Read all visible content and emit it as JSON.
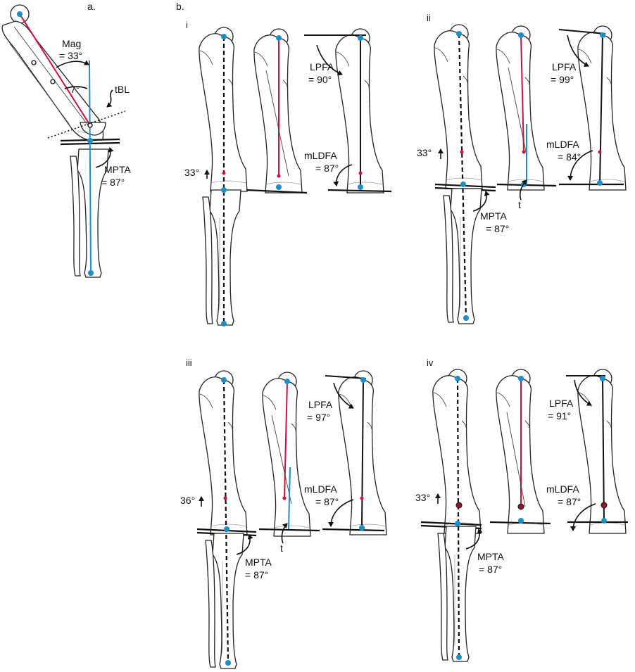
{
  "panels": {
    "a": {
      "letter": "a.",
      "mag_label": "Mag",
      "mag_value": "= 33°",
      "offset_angle": "7°",
      "tbl_label": "tBL",
      "mpta_label": "MPTA",
      "mpta_value": "= 87°"
    },
    "b": {
      "letter": "b.",
      "i": {
        "numeral": "i",
        "deformity_angle": "33°",
        "lpfa_label": "LPFA",
        "lpfa_value": "= 90°",
        "mldfa_label": "mLDFA",
        "mldfa_value": "= 87°"
      },
      "ii": {
        "numeral": "ii",
        "deformity_angle": "33°",
        "lpfa_label": "LPFA",
        "lpfa_value": "= 99°",
        "mldfa_label": "mLDFA",
        "mldfa_value": "= 84°",
        "t_label": "t",
        "mpta_label": "MPTA",
        "mpta_value": "= 87°"
      },
      "iii": {
        "numeral": "iii",
        "deformity_angle": "36°",
        "lpfa_label": "LPFA",
        "lpfa_value": "= 97°",
        "mldfa_label": "mLDFA",
        "mldfa_value": "= 87°",
        "t_label": "t",
        "mpta_label": "MPTA",
        "mpta_value": "= 87°"
      },
      "iv": {
        "numeral": "iv",
        "deformity_angle": "33°",
        "lpfa_label": "LPFA",
        "lpfa_value": "= 91°",
        "mldfa_label": "mLDFA",
        "mldfa_value": "= 87°",
        "mpta_label": "MPTA",
        "mpta_value": "= 87°"
      }
    }
  },
  "colors": {
    "mechanical_axis": "#d0103a",
    "tibial_axis": "#1d8fc6",
    "outline": "#222222"
  }
}
